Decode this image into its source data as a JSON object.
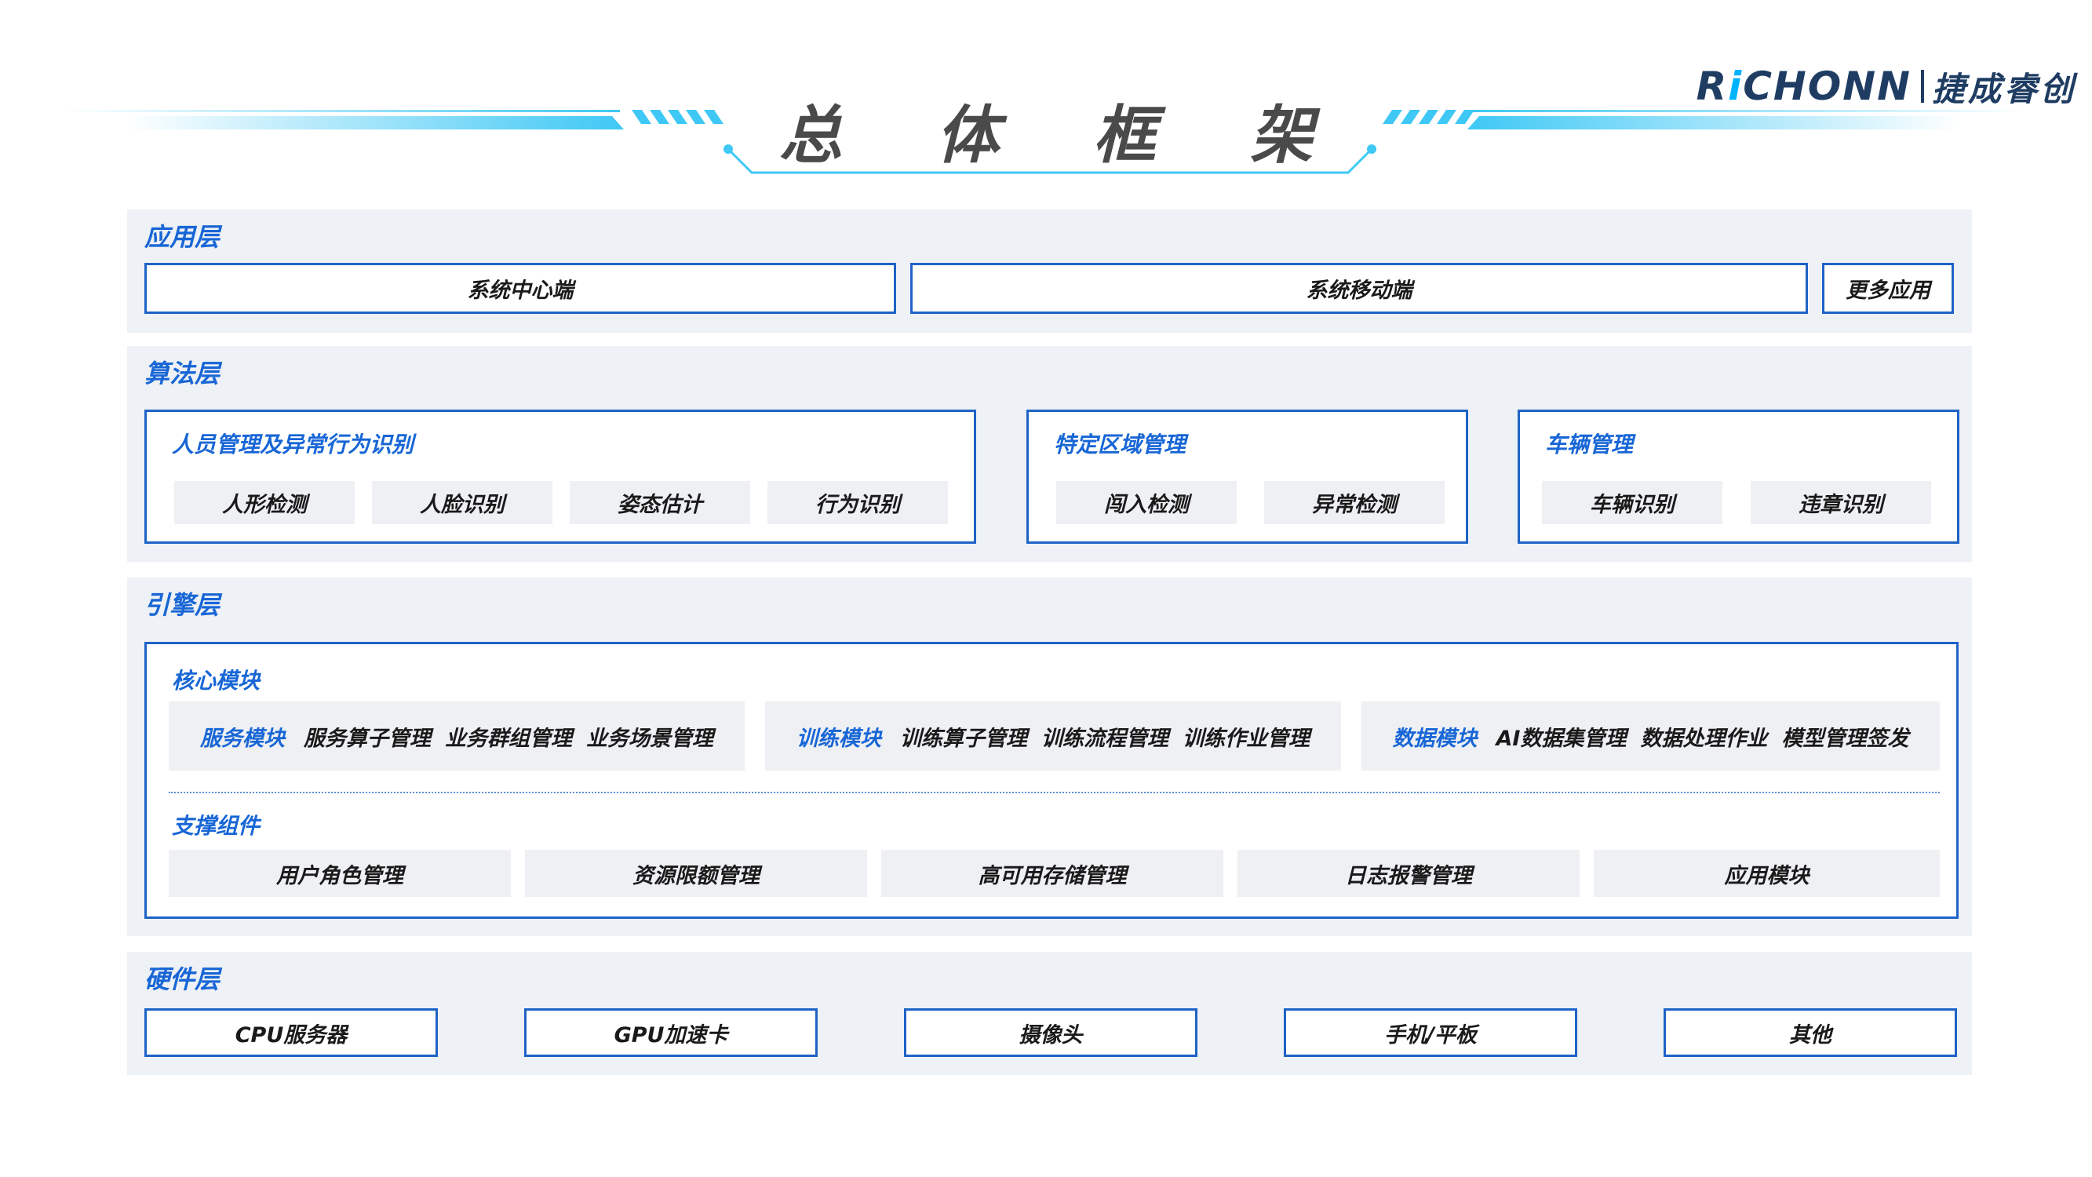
{
  "header": {
    "title": "总体框架",
    "logo_en_prefix": "R",
    "logo_en_accent": "i",
    "logo_en_rest": "CHONN",
    "logo_cn": "捷成睿创"
  },
  "colors": {
    "accent_blue": "#1866d6",
    "border_blue": "#1e63c6",
    "panel_bg": "#eef1f5",
    "chip_bg": "#eef0f3",
    "deco_cyan": "#3fc8f5",
    "logo_navy": "#1f3d63"
  },
  "layers": {
    "application": {
      "title": "应用层",
      "items": [
        "系统中心端",
        "系统移动端",
        "更多应用"
      ]
    },
    "algorithm": {
      "title": "算法层",
      "groups": [
        {
          "title": "人员管理及异常行为识别",
          "items": [
            "人形检测",
            "人脸识别",
            "姿态估计",
            "行为识别"
          ]
        },
        {
          "title": "特定区域管理",
          "items": [
            "闯入检测",
            "异常检测"
          ]
        },
        {
          "title": "车辆管理",
          "items": [
            "车辆识别",
            "违章识别"
          ]
        }
      ]
    },
    "engine": {
      "title": "引擎层",
      "core_title": "核心模块",
      "modules": [
        {
          "name": "服务模块",
          "items": [
            "服务算子管理",
            "业务群组管理",
            "业务场景管理"
          ]
        },
        {
          "name": "训练模块",
          "items": [
            "训练算子管理",
            "训练流程管理",
            "训练作业管理"
          ]
        },
        {
          "name": "数据模块",
          "items": [
            "AI数据集管理",
            "数据处理作业",
            "模型管理签发"
          ]
        }
      ],
      "support_title": "支撑组件",
      "support_items": [
        "用户角色管理",
        "资源限额管理",
        "高可用存储管理",
        "日志报警管理",
        "应用模块"
      ]
    },
    "hardware": {
      "title": "硬件层",
      "items": [
        "CPU服务器",
        "GPU加速卡",
        "摄像头",
        "手机/平板",
        "其他"
      ]
    }
  }
}
